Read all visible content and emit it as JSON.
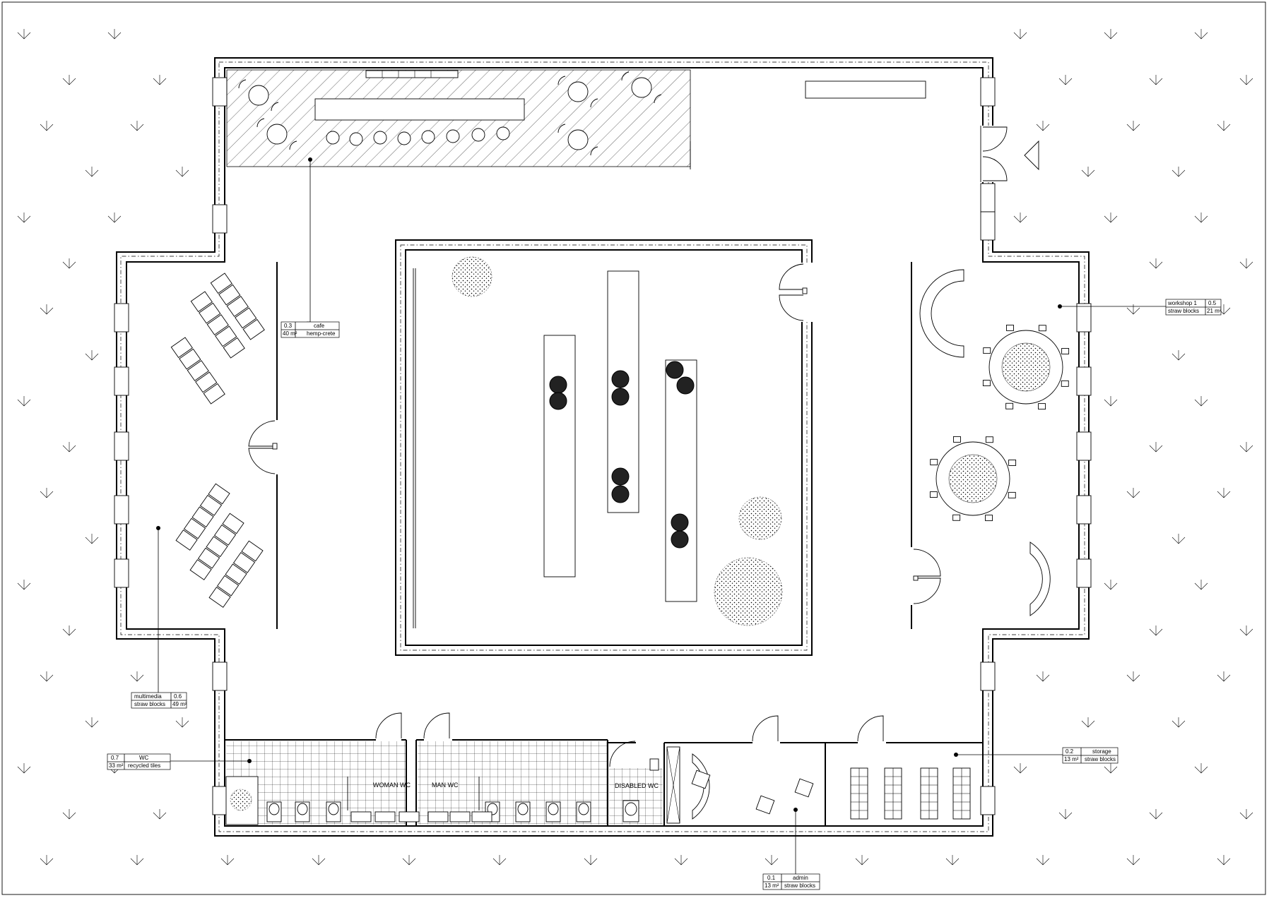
{
  "site": {
    "ground_symbol": "arrow-down-icon"
  },
  "rooms": {
    "cafe": {
      "num": "0.3",
      "name": "cafe",
      "area": "40 m²",
      "material": "hemp-crete"
    },
    "workshop": {
      "num": "0.5",
      "name": "workshop 1",
      "area": "21 m²",
      "material": "straw blocks"
    },
    "multimedia": {
      "num": "0.6",
      "name": "multimedia",
      "area": "49 m²",
      "material": "straw blocks"
    },
    "wc": {
      "num": "0.7",
      "name": "WC",
      "area": "33 m²",
      "material": "recycled tiles"
    },
    "storage": {
      "num": "0.2",
      "name": "storage",
      "area": "13 m²",
      "material": "straw blocks"
    },
    "admin": {
      "num": "0.1",
      "name": "admin",
      "area": "13 m²",
      "material": "straw blocks"
    }
  },
  "wc_labels": {
    "woman": "WOMAN  WC",
    "man": "MAN  WC",
    "disabled": "DISABLED  WC"
  }
}
